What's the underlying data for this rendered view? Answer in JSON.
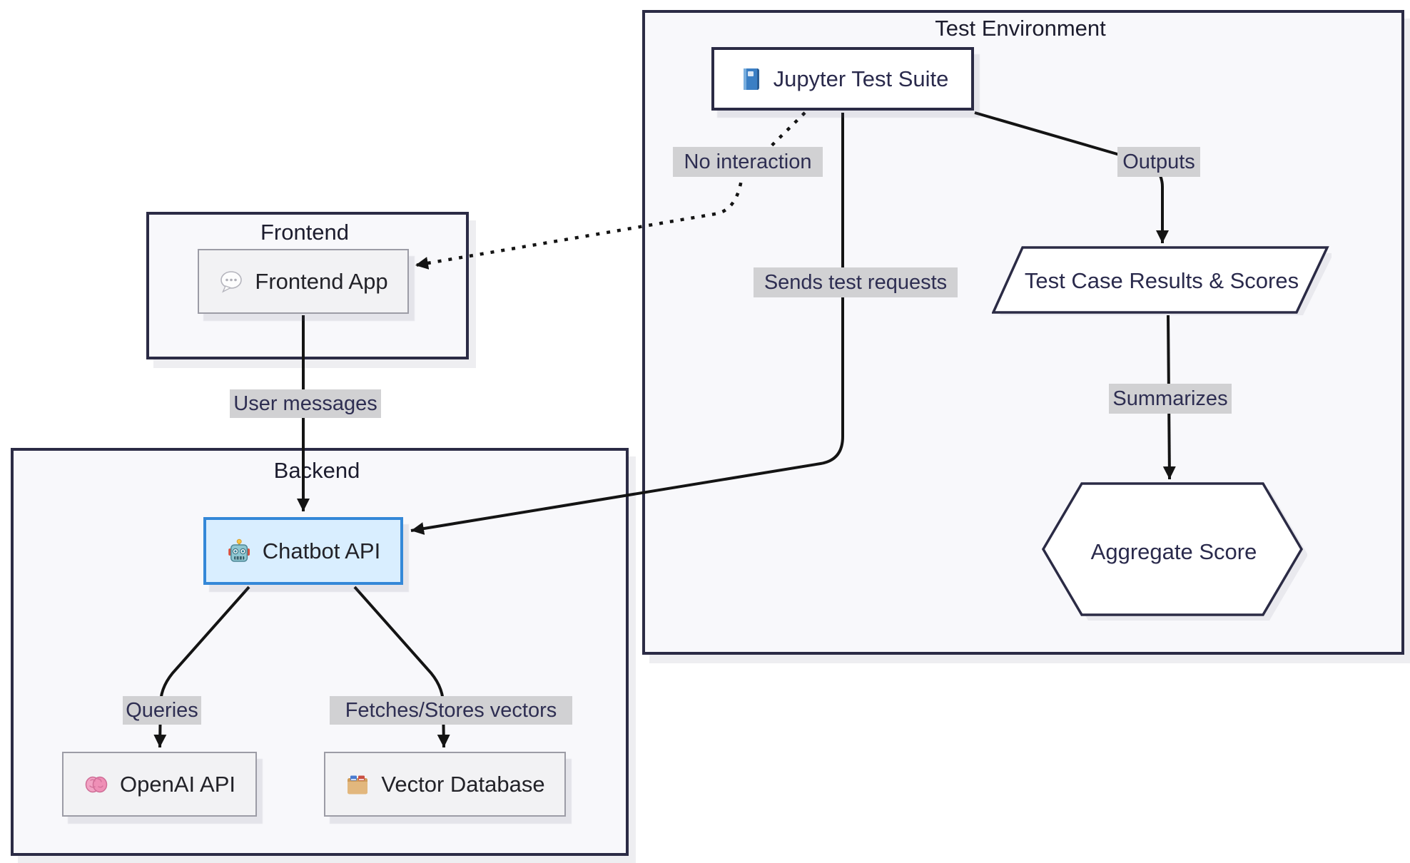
{
  "diagram": {
    "containers": [
      {
        "id": "test_env",
        "title": "Test Environment"
      },
      {
        "id": "frontend",
        "title": "Frontend"
      },
      {
        "id": "backend",
        "title": "Backend"
      }
    ],
    "nodes": [
      {
        "id": "jupyter",
        "label": "Jupyter Test Suite",
        "icon": "book-icon",
        "shape": "rect"
      },
      {
        "id": "frontend_app",
        "label": "Frontend App",
        "icon": "speech-balloon-icon",
        "shape": "rect"
      },
      {
        "id": "chatbot",
        "label": "Chatbot API",
        "icon": "robot-icon",
        "shape": "rect"
      },
      {
        "id": "openai",
        "label": "OpenAI API",
        "icon": "brain-icon",
        "shape": "rect"
      },
      {
        "id": "vectordb",
        "label": "Vector Database",
        "icon": "card-index-icon",
        "shape": "rect"
      },
      {
        "id": "results",
        "label": "Test Case Results & Scores",
        "icon": null,
        "shape": "parallelogram"
      },
      {
        "id": "aggregate",
        "label": "Aggregate Score",
        "icon": null,
        "shape": "hexagon"
      }
    ],
    "edges": [
      {
        "from": "jupyter",
        "to": "frontend_app",
        "label": "No interaction",
        "style": "dotted"
      },
      {
        "from": "jupyter",
        "to": "results",
        "label": "Outputs",
        "style": "solid"
      },
      {
        "from": "jupyter",
        "to": "chatbot",
        "label": "Sends test requests",
        "style": "solid"
      },
      {
        "from": "frontend_app",
        "to": "chatbot",
        "label": "User messages",
        "style": "solid"
      },
      {
        "from": "results",
        "to": "aggregate",
        "label": "Summarizes",
        "style": "solid"
      },
      {
        "from": "chatbot",
        "to": "openai",
        "label": "Queries",
        "style": "solid"
      },
      {
        "from": "chatbot",
        "to": "vectordb",
        "label": "Fetches/Stores vectors",
        "style": "solid"
      }
    ],
    "colors": {
      "container_border": "#2b2b45",
      "container_fill": "#f8f8fb",
      "node_fill": "#f2f2f4",
      "node_border": "#9c9ca6",
      "highlight_node_fill": "#d9eeff",
      "highlight_node_border": "#3488d8",
      "shape_fill": "#ffffff",
      "edge_color": "#141414",
      "edge_label_bg": "#d1d1d3",
      "text_navy": "#2a2a4c"
    }
  }
}
